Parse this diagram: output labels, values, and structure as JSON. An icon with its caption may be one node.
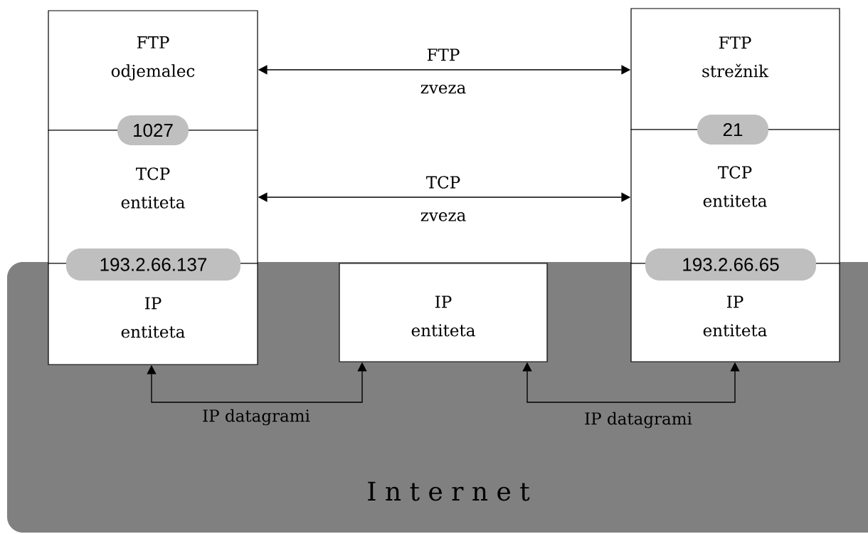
{
  "diagram": {
    "nodes": [
      {
        "text": [
          "I n t e r n e t"
        ]
      },
      {
        "text": [
          "FTP odjemalec"
        ]
      },
      {
        "text": [
          "TCP entiteta"
        ]
      },
      {
        "text": [
          "IP entiteta"
        ],
        "in": 0
      },
      {
        "text": [
          "IP entiteta"
        ],
        "in": 0
      },
      {
        "text": [
          "FTP strežnik"
        ]
      },
      {
        "text": [
          "TCP entiteta"
        ]
      },
      {
        "text": [
          "IP entiteta"
        ],
        "in": 0
      },
      {
        "text": [
          "1027"
        ]
      },
      {
        "text": [
          "21"
        ]
      },
      {
        "text": [
          "193.2.66.137"
        ]
      },
      {
        "text": [
          "193.2.66.65"
        ]
      }
    ],
    "edges": [
      {
        "from": 1,
        "to": 5,
        "arrow": "both",
        "label": "FTP zveza"
      },
      {
        "from": 2,
        "to": 6,
        "arrow": "both",
        "label": "TCP zveza"
      },
      {
        "from": 3,
        "to": 4,
        "arrow": "both",
        "label": "IP datagrami"
      },
      {
        "from": 4,
        "to": 7,
        "arrow": "both",
        "label": "IP datagrami"
      }
    ]
  }
}
